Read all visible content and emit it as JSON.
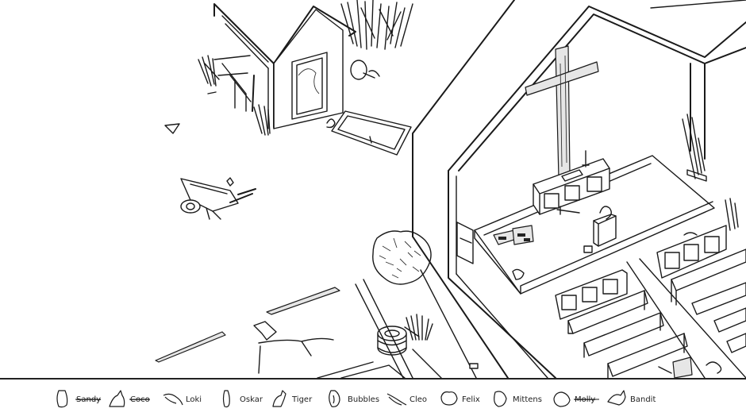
{
  "game": {
    "title": "",
    "palette": {
      "ink": "#1a1a1a",
      "paper": "#ffffff",
      "shade": "#e6e6e6"
    }
  },
  "cat_bar": {
    "items": [
      {
        "name": "Sandy",
        "found": true,
        "icon": "cat-sandy-icon"
      },
      {
        "name": "Coco",
        "found": true,
        "icon": "cat-coco-icon"
      },
      {
        "name": "Loki",
        "found": false,
        "icon": "cat-loki-icon"
      },
      {
        "name": "Oskar",
        "found": false,
        "icon": "cat-oskar-icon"
      },
      {
        "name": "Tiger",
        "found": false,
        "icon": "cat-tiger-icon"
      },
      {
        "name": "Bubbles",
        "found": false,
        "icon": "cat-bubbles-icon"
      },
      {
        "name": "Cleo",
        "found": false,
        "icon": "cat-cleo-icon"
      },
      {
        "name": "Felix",
        "found": false,
        "icon": "cat-felix-icon"
      },
      {
        "name": "Mittens",
        "found": false,
        "icon": "cat-mittens-icon"
      },
      {
        "name": "Molly",
        "found": true,
        "icon": "cat-molly-icon"
      },
      {
        "name": "Bandit",
        "found": false,
        "icon": "cat-bandit-icon"
      }
    ]
  }
}
